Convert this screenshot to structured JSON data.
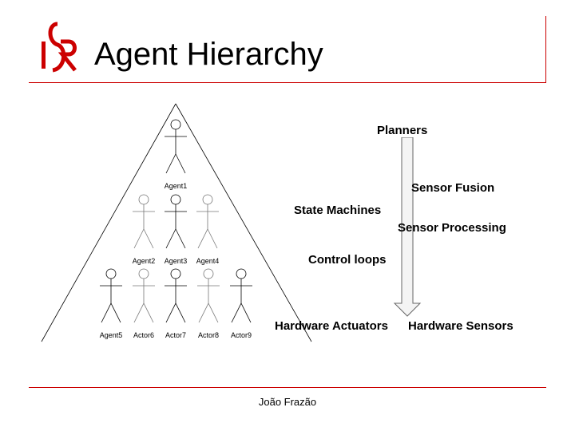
{
  "slide": {
    "title": "Agent Hierarchy",
    "footer": "João Frazão",
    "accent_color": "#cc0000",
    "logo_icon": "isr-logo-icon"
  },
  "hierarchy": {
    "level1": [
      {
        "label": "Agent1"
      }
    ],
    "level2": [
      {
        "label": "Agent2"
      },
      {
        "label": "Agent3"
      },
      {
        "label": "Agent4"
      }
    ],
    "level3": [
      {
        "label": "Agent5"
      },
      {
        "label": "Actor6"
      },
      {
        "label": "Actor7"
      },
      {
        "label": "Actor8"
      },
      {
        "label": "Actor9"
      }
    ]
  },
  "stack": {
    "planners": "Planners",
    "sensor_fusion": "Sensor Fusion",
    "state_machines": "State Machines",
    "sensor_processing": "Sensor Processing",
    "control_loops": "Control loops",
    "hardware_actuators": "Hardware Actuators",
    "hardware_sensors": "Hardware Sensors"
  }
}
